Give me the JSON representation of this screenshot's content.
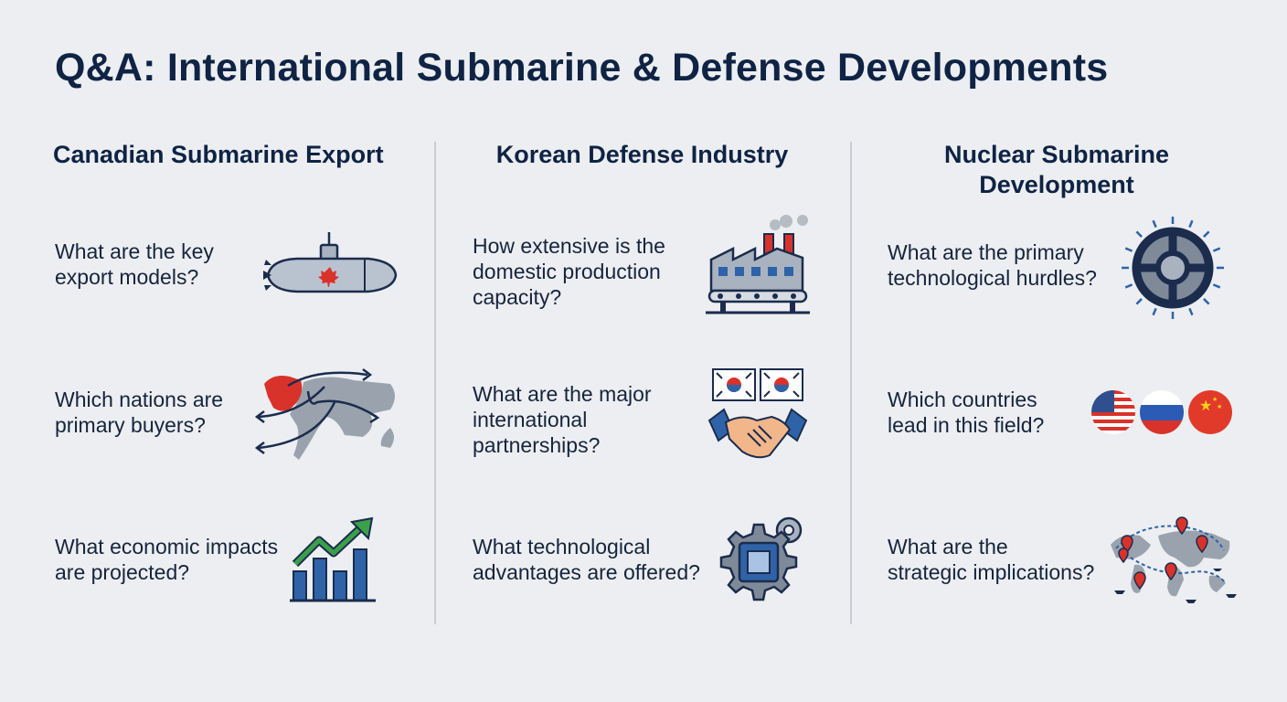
{
  "title": "Q&A: International Submarine & Defense Developments",
  "columns": [
    {
      "heading": "Canadian Submarine Export",
      "questions": [
        {
          "line1": "What are the key",
          "line2": "export models?",
          "icon": "submarine-icon"
        },
        {
          "line1": "Which nations are",
          "line2": "primary buyers?",
          "icon": "world-map-arrows-icon"
        },
        {
          "line1": "What economic impacts",
          "line2": "are projected?",
          "icon": "growth-chart-icon"
        }
      ]
    },
    {
      "heading": "Korean Defense Industry",
      "questions": [
        {
          "line1": "How extensive is the",
          "line2": "domestic production",
          "line3": "capacity?",
          "icon": "factory-icon"
        },
        {
          "line1": "What are the major",
          "line2": "international",
          "line3": "partnerships?",
          "icon": "handshake-flags-icon"
        },
        {
          "line1": "What technological",
          "line2": "advantages are offered?",
          "icon": "chip-gear-icon"
        }
      ]
    },
    {
      "heading_line1": "Nuclear Submarine",
      "heading_line2": "Development",
      "questions": [
        {
          "line1": "What are the primary",
          "line2": "technological hurdles?",
          "icon": "reactor-icon"
        },
        {
          "line1": "Which countries",
          "line2": "lead in this field?",
          "icon": "country-flags-icon"
        },
        {
          "line1": "What are the",
          "line2": "strategic implications?",
          "icon": "strategic-map-icon"
        }
      ]
    }
  ],
  "colors": {
    "navy": "#0f2344",
    "blue": "#2f63a8",
    "green": "#3aa04a",
    "red": "#d9322b",
    "background": "#eceef1"
  }
}
